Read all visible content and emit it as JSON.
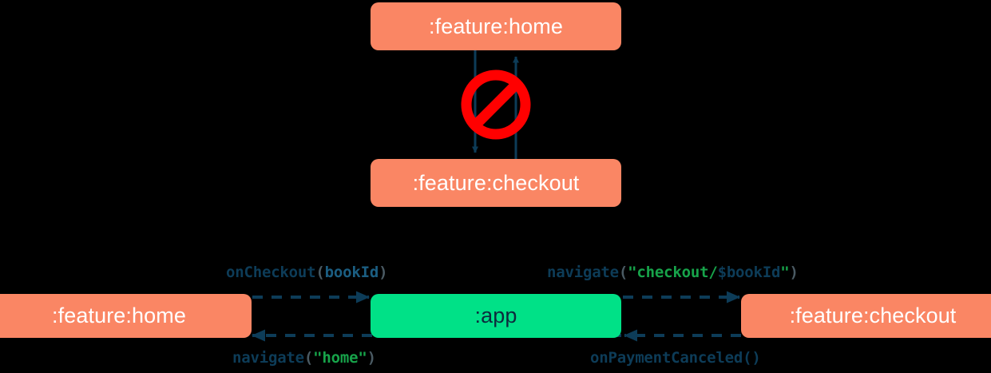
{
  "diagram": {
    "type": "module-dependency-and-navigation",
    "background": "#000000",
    "colors": {
      "module_coral": "#fa8664",
      "module_app_green": "#00e187",
      "arrow_navy": "#0d3c58",
      "label_string_green": "#17a34a",
      "prohibition_red": "#ff0000",
      "node_text_light": "#ffffff",
      "node_text_dark": "#0d2a3d"
    },
    "top_section": {
      "name": "direct-feature-to-feature-dependency-forbidden",
      "nodes": [
        {
          "id": "home-top",
          "label": ":feature:home",
          "color": "coral"
        },
        {
          "id": "checkout-top",
          "label": ":feature:checkout",
          "color": "coral"
        }
      ],
      "edges": [
        {
          "id": "home-to-checkout",
          "from": "home-top",
          "to": "checkout-top",
          "style": "solid",
          "direction": "down"
        },
        {
          "id": "checkout-to-home",
          "from": "checkout-top",
          "to": "home-top",
          "style": "solid",
          "direction": "up"
        }
      ],
      "badge": {
        "name": "prohibition-badge",
        "glyph": "no-entry-sign",
        "meaning": "not-allowed"
      }
    },
    "bottom_section": {
      "name": "app-mediated-navigation-allowed",
      "nodes": [
        {
          "id": "home-bottom",
          "label": ":feature:home",
          "color": "coral"
        },
        {
          "id": "app",
          "label": ":app",
          "color": "green"
        },
        {
          "id": "checkout-bottom",
          "label": ":feature:checkout",
          "color": "coral"
        }
      ],
      "edges": [
        {
          "id": "home-to-app",
          "from": "home-bottom",
          "to": "app",
          "style": "dashed",
          "direction": "right",
          "label": {
            "id": "label-on-checkout",
            "text": "onCheckout(bookId)"
          }
        },
        {
          "id": "app-to-checkout",
          "from": "app",
          "to": "checkout-bottom",
          "style": "dashed",
          "direction": "right",
          "label": {
            "id": "label-navigate-checkout",
            "text": "navigate(\"checkout/$bookId\")"
          }
        },
        {
          "id": "app-to-home",
          "from": "app",
          "to": "home-bottom",
          "style": "dashed",
          "direction": "left",
          "label": {
            "id": "label-navigate-home",
            "text": "navigate(\"home\")"
          }
        },
        {
          "id": "checkout-to-app",
          "from": "checkout-bottom",
          "to": "app",
          "style": "dashed",
          "direction": "left",
          "label": {
            "id": "label-on-cancel",
            "text": "onPaymentCanceled()"
          }
        }
      ]
    }
  },
  "labels": {
    "on_checkout": {
      "fn": "onCheckout",
      "open": "(",
      "arg": "bookId",
      "close": ")"
    },
    "navigate_checkout": {
      "fn": "navigate",
      "open": "(",
      "quote_open": "\"",
      "str_prefix": "checkout/",
      "var": "$bookId",
      "quote_close": "\"",
      "close": ")"
    },
    "navigate_home": {
      "fn": "navigate",
      "open": "(",
      "quote_open": "\"",
      "str": "home",
      "quote_close": "\"",
      "close": ")"
    },
    "on_payment_canceled": {
      "fn": "onPaymentCanceled",
      "open": "(",
      "close": ")"
    }
  }
}
